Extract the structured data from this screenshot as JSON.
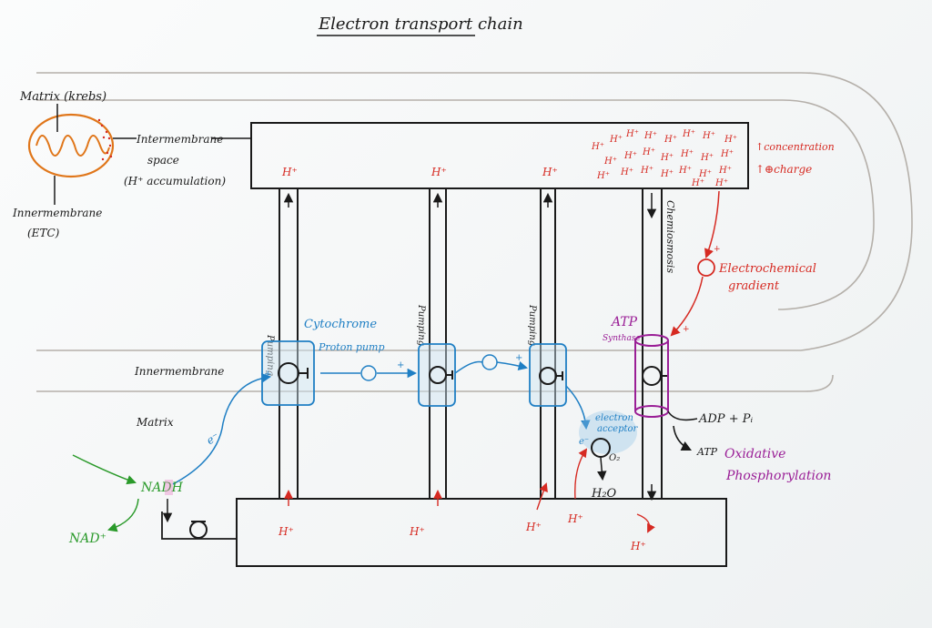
{
  "title": "Electron transport chain",
  "legend": {
    "matrix": "Matrix (krebs)",
    "intermembrane_space": "Intermembrane",
    "intermembrane_space_2": "space",
    "h_accumulation": "(H⁺ accumulation)",
    "inner_membrane": "Innermembrane",
    "etc": "(ETC)"
  },
  "regions": {
    "inner_membrane": "Innermembrane",
    "matrix": "Matrix"
  },
  "labels": {
    "h_plus": "H⁺",
    "pumping": "Pumping",
    "cytochrome": "Cytochrome",
    "proton_pump": "Proton pump",
    "electron": "e⁻",
    "nadh": "NADH",
    "nad_plus": "NAD⁺",
    "electron_acceptor_1": "electron",
    "electron_acceptor_2": "acceptor",
    "o2": "O₂",
    "water": "H₂O",
    "atp_synthase_1": "ATP",
    "atp_synthase_2": "Synthase",
    "adp_pi": "ADP + Pᵢ",
    "atp": "ATP",
    "oxidative_1": "Oxidative",
    "oxidative_2": "Phosphorylation",
    "chemiosmosis": "Chemiosmosis",
    "concentration": "↑concentration",
    "charge": "↑⊕charge",
    "electrochemical_1": "Electrochemical",
    "electrochemical_2": "gradient",
    "plus": "+"
  },
  "colors": {
    "ink": "#1a1a1a",
    "red": "#d62a22",
    "blue": "#1f7fc4",
    "green": "#2a9a2a",
    "purple": "#9a1e96",
    "orange": "#e0761a",
    "membrane_line": "#b5b0aa"
  }
}
